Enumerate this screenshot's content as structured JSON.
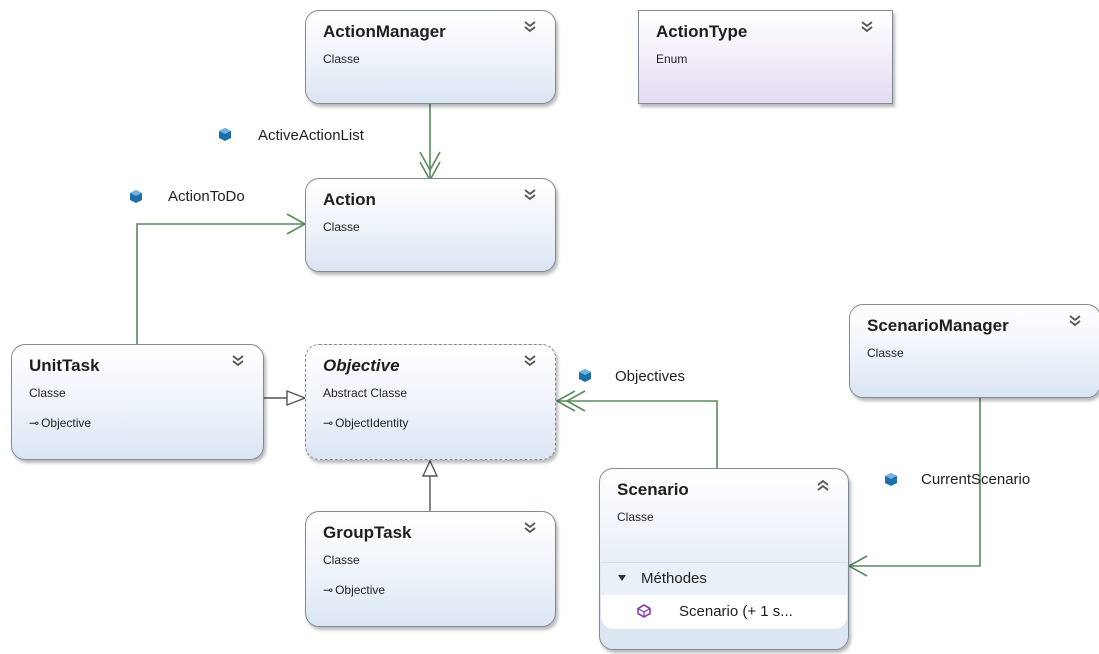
{
  "shapes": {
    "action_manager": {
      "title": "ActionManager",
      "kind": "Classe"
    },
    "action_type": {
      "title": "ActionType",
      "kind": "Enum"
    },
    "action": {
      "title": "Action",
      "kind": "Classe"
    },
    "unit_task": {
      "title": "UnitTask",
      "kind": "Classe",
      "base": "Objective"
    },
    "objective": {
      "title": "Objective",
      "kind": "Abstract Classe",
      "base": "ObjectIdentity"
    },
    "group_task": {
      "title": "GroupTask",
      "kind": "Classe",
      "base": "Objective"
    },
    "scenario_manager": {
      "title": "ScenarioManager",
      "kind": "Classe"
    },
    "scenario": {
      "title": "Scenario",
      "kind": "Classe",
      "section": "Méthodes",
      "members": [
        "Scenario (+ 1 s..."
      ]
    }
  },
  "associations": {
    "active_action_list": "ActiveActionList",
    "action_to_do": "ActionToDo",
    "objectives": "Objectives",
    "current_scenario": "CurrentScenario"
  },
  "icons": {
    "property": "property-icon",
    "method": "method-icon",
    "collapse": "chevron-double-down-icon",
    "expand": "chevron-double-up-icon",
    "inheritance": "inheritance-arrow-icon"
  },
  "colors": {
    "connector": "#5a8a5e",
    "shape_border": "#7f8a96",
    "property_icon": "#1c6fa8",
    "method_icon": "#8a3fb0",
    "enum_fill": "#e4dbf1",
    "class_fill": "#dbe5f3"
  }
}
